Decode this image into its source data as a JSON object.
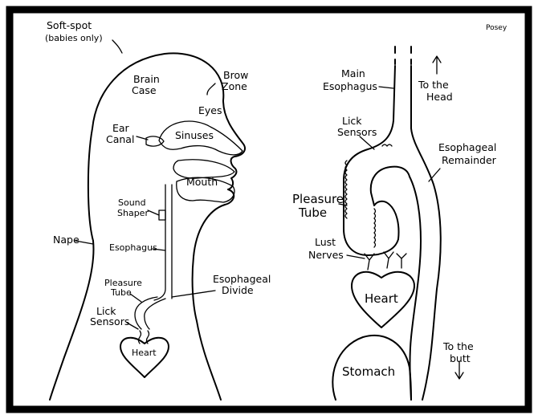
{
  "signature": "Posey",
  "left_diagram": {
    "labels": {
      "soft_spot_1": "Soft-spot",
      "soft_spot_2": "(babies only)",
      "brain_case_1": "Brain",
      "brain_case_2": "Case",
      "brow_zone_1": "Brow",
      "brow_zone_2": "Zone",
      "eyes": "Eyes",
      "ear_canal_1": "Ear",
      "ear_canal_2": "Canal",
      "sinuses": "Sinuses",
      "mouth": "Mouth",
      "sound_shaper_1": "Sound",
      "sound_shaper_2": "Shaper",
      "nape": "Nape",
      "esophagus": "Esophagus",
      "pleasure_tube_1": "Pleasure",
      "pleasure_tube_2": "Tube",
      "esophageal_divide_1": "Esophageal",
      "esophageal_divide_2": "Divide",
      "lick_sensors_1": "Lick",
      "lick_sensors_2": "Sensors",
      "heart": "Heart"
    }
  },
  "right_diagram": {
    "labels": {
      "main_esophagus_1": "Main",
      "main_esophagus_2": "Esophagus",
      "to_the_head_1": "To the",
      "to_the_head_2": "Head",
      "lick_sensors_1": "Lick",
      "lick_sensors_2": "Sensors",
      "esophageal_remainder_1": "Esophageal",
      "esophageal_remainder_2": "Remainder",
      "pleasure_tube_1": "Pleasure",
      "pleasure_tube_2": "Tube",
      "lust_nerves_1": "Lust",
      "lust_nerves_2": "Nerves",
      "heart": "Heart",
      "to_the_butt_1": "To the",
      "to_the_butt_2": "butt",
      "stomach": "Stomach"
    }
  }
}
